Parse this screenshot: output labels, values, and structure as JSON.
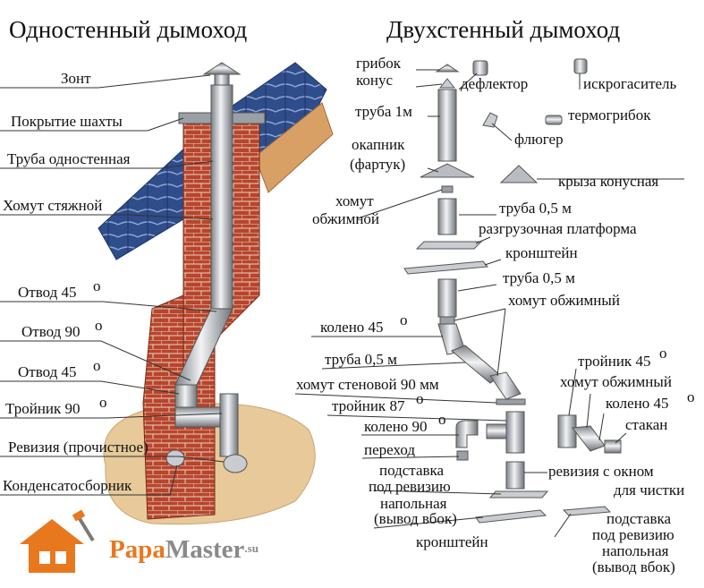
{
  "titles": {
    "single_wall": "Одностенный дымоход",
    "double_wall": "Двухстенный дымоход"
  },
  "left_labels": [
    "Зонт",
    "Покрытие шахты",
    "Труба одностенная",
    "Хомут стяжной",
    "Отвод 45",
    "Отвод 90",
    "Отвод 45",
    "Тройник 90",
    "Ревизия (прочистное)",
    "Конденсатосборник"
  ],
  "degree_sign": "o",
  "right_labels": {
    "gribok": "грибок",
    "konus": "конус",
    "deflektor": "дефлектор",
    "iskrogasitel": "искрогаситель",
    "truba_1m": "труба 1м",
    "termogribok": "термогрибок",
    "fluger": "флюгер",
    "okapnik_1": "окапник",
    "okapnik_2": "(фартук)",
    "kryza": "крыза конусная",
    "homut_obzh_1": "хомут",
    "homut_obzh_2": "обжимной",
    "truba_05_a": "труба 0,5 м",
    "platforma": "разгрузочная платформа",
    "kronshtein_top": "кронштейн",
    "truba_05_b": "труба 0,5 м",
    "homut_obzhimnoy": "хомут обжимный",
    "koleno_45": "колено 45",
    "truba_05_c": "труба 0,5 м",
    "homut_stenovoy": "хомут стеновой 90 мм",
    "troinik_87": "тройник 87",
    "koleno_90": "колено 90",
    "perehod": "переход",
    "podstavka_1": "подставка",
    "podstavka_2": "под ревизию",
    "revizia_1": "ревизия с окном",
    "revizia_2": "для чистки",
    "napolnaya_1": "напольная",
    "napolnaya_2": "(вывод вбок)",
    "kronshtein_bottom": "кронштейн",
    "troinik_45": "тройник 45",
    "homut_obzhimny_2": "хомут обжимный",
    "koleno_45_b": "колено 45",
    "stakan": "стакан",
    "podstavka_r1": "подставка",
    "podstavka_r2": "под ревизию",
    "podstavka_r3": "напольная",
    "podstavka_r4": "(вывод вбок)"
  },
  "logo": {
    "part1": "Papa",
    "part2": "Master",
    "suffix": ".su"
  },
  "colors": {
    "brick": "#b8452c",
    "roof": "#2f4d8a",
    "steel": "#c9ccd1",
    "logo_orange": "#e8781e",
    "logo_grey": "#7a7a7a"
  }
}
